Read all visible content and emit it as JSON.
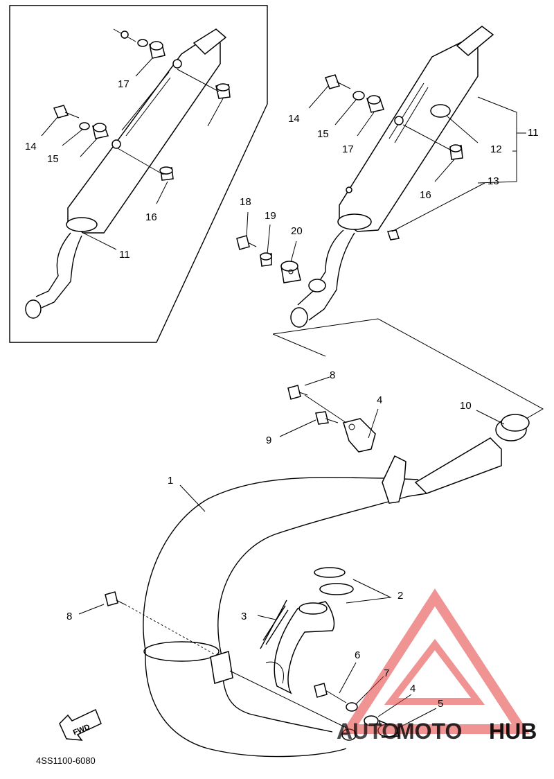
{
  "diagram": {
    "catalog_code": "4SS1100-6080",
    "fwd_label": "FWD",
    "labels": [
      "1",
      "2",
      "3",
      "4",
      "4",
      "5",
      "6",
      "7",
      "8",
      "8",
      "9",
      "10",
      "11",
      "11",
      "12",
      "13",
      "14",
      "14",
      "15",
      "15",
      "16",
      "16",
      "17",
      "17",
      "18",
      "19",
      "20"
    ]
  },
  "watermark": {
    "text_a": "AUTO",
    "text_b": "MOTO",
    "text_c": "HUB",
    "color_red": "#e23b3b",
    "color_gray": "#8a8a8a"
  }
}
